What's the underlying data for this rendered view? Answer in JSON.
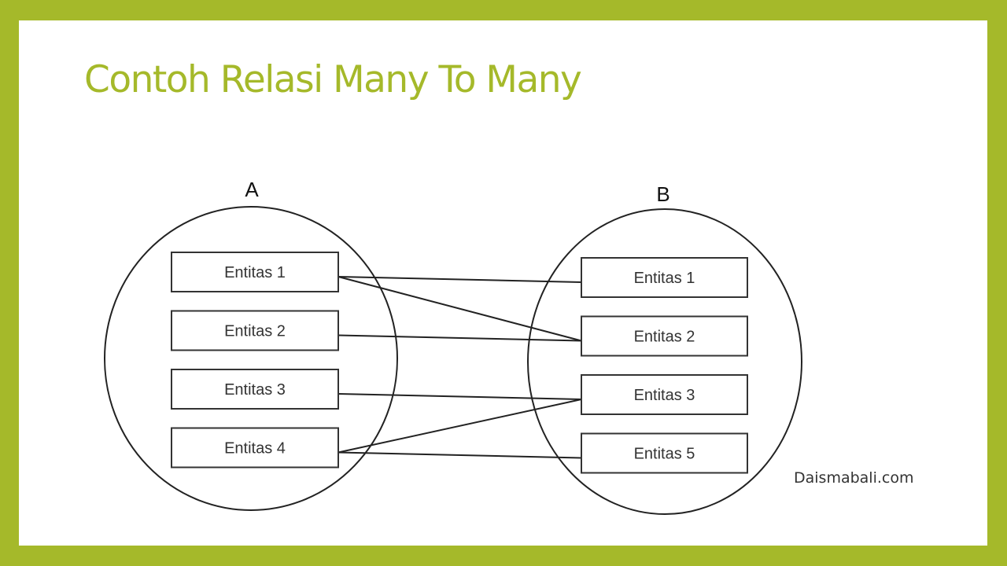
{
  "slide": {
    "title": "Contoh Relasi Many To Many",
    "credit": "Daismabali.com",
    "accent_color": "#a5b92a"
  },
  "diagram": {
    "sets": [
      {
        "id": "A",
        "label": "A",
        "entities": [
          "Entitas 1",
          "Entitas 2",
          "Entitas 3",
          "Entitas 4"
        ]
      },
      {
        "id": "B",
        "label": "B",
        "entities": [
          "Entitas 1",
          "Entitas 2",
          "Entitas 3",
          "Entitas 5"
        ]
      }
    ],
    "relations": [
      {
        "from": "Entitas 1",
        "to": "Entitas 1"
      },
      {
        "from": "Entitas 1",
        "to": "Entitas 2"
      },
      {
        "from": "Entitas 2",
        "to": "Entitas 2"
      },
      {
        "from": "Entitas 3",
        "to": "Entitas 3"
      },
      {
        "from": "Entitas 4",
        "to": "Entitas 3"
      },
      {
        "from": "Entitas 4",
        "to": "Entitas 5"
      }
    ]
  }
}
